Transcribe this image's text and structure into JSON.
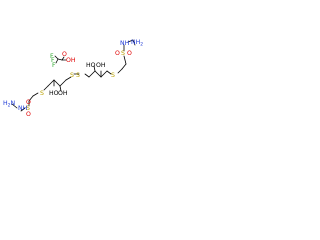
{
  "molecule": {
    "atoms": {
      "s_top": "S",
      "s_disulfide_1": "S",
      "s_disulfide_2": "S",
      "s_bottom": "S",
      "oh_top_left": "HO",
      "oh_top_right": "OH",
      "oh_bottom_left": "HO",
      "oh_bottom_right": "OH",
      "nh_top": "NH",
      "nh2_top": "NH",
      "nh2_top_sub": "2",
      "o_top_1": "O",
      "o_top_2": "O",
      "s_sulfonyl_top": "S",
      "nh_bottom": "NH",
      "h2n_bottom_h": "H",
      "h2n_bottom_sub": "2",
      "h2n_bottom_n": "N",
      "o_bottom_1": "O",
      "o_bottom_2": "O",
      "s_sulfonyl_bottom": "S"
    },
    "tfa": {
      "f1": "F",
      "f2": "F",
      "f3": "F",
      "o_carbonyl": "O",
      "oh": "OH"
    }
  },
  "colors": {
    "bond": "#000000",
    "carbon_text": "#000000",
    "sulfur": "#b8a000",
    "oxygen": "#e00000",
    "nitrogen": "#1f3bd6",
    "fluorine": "#33aa33"
  }
}
